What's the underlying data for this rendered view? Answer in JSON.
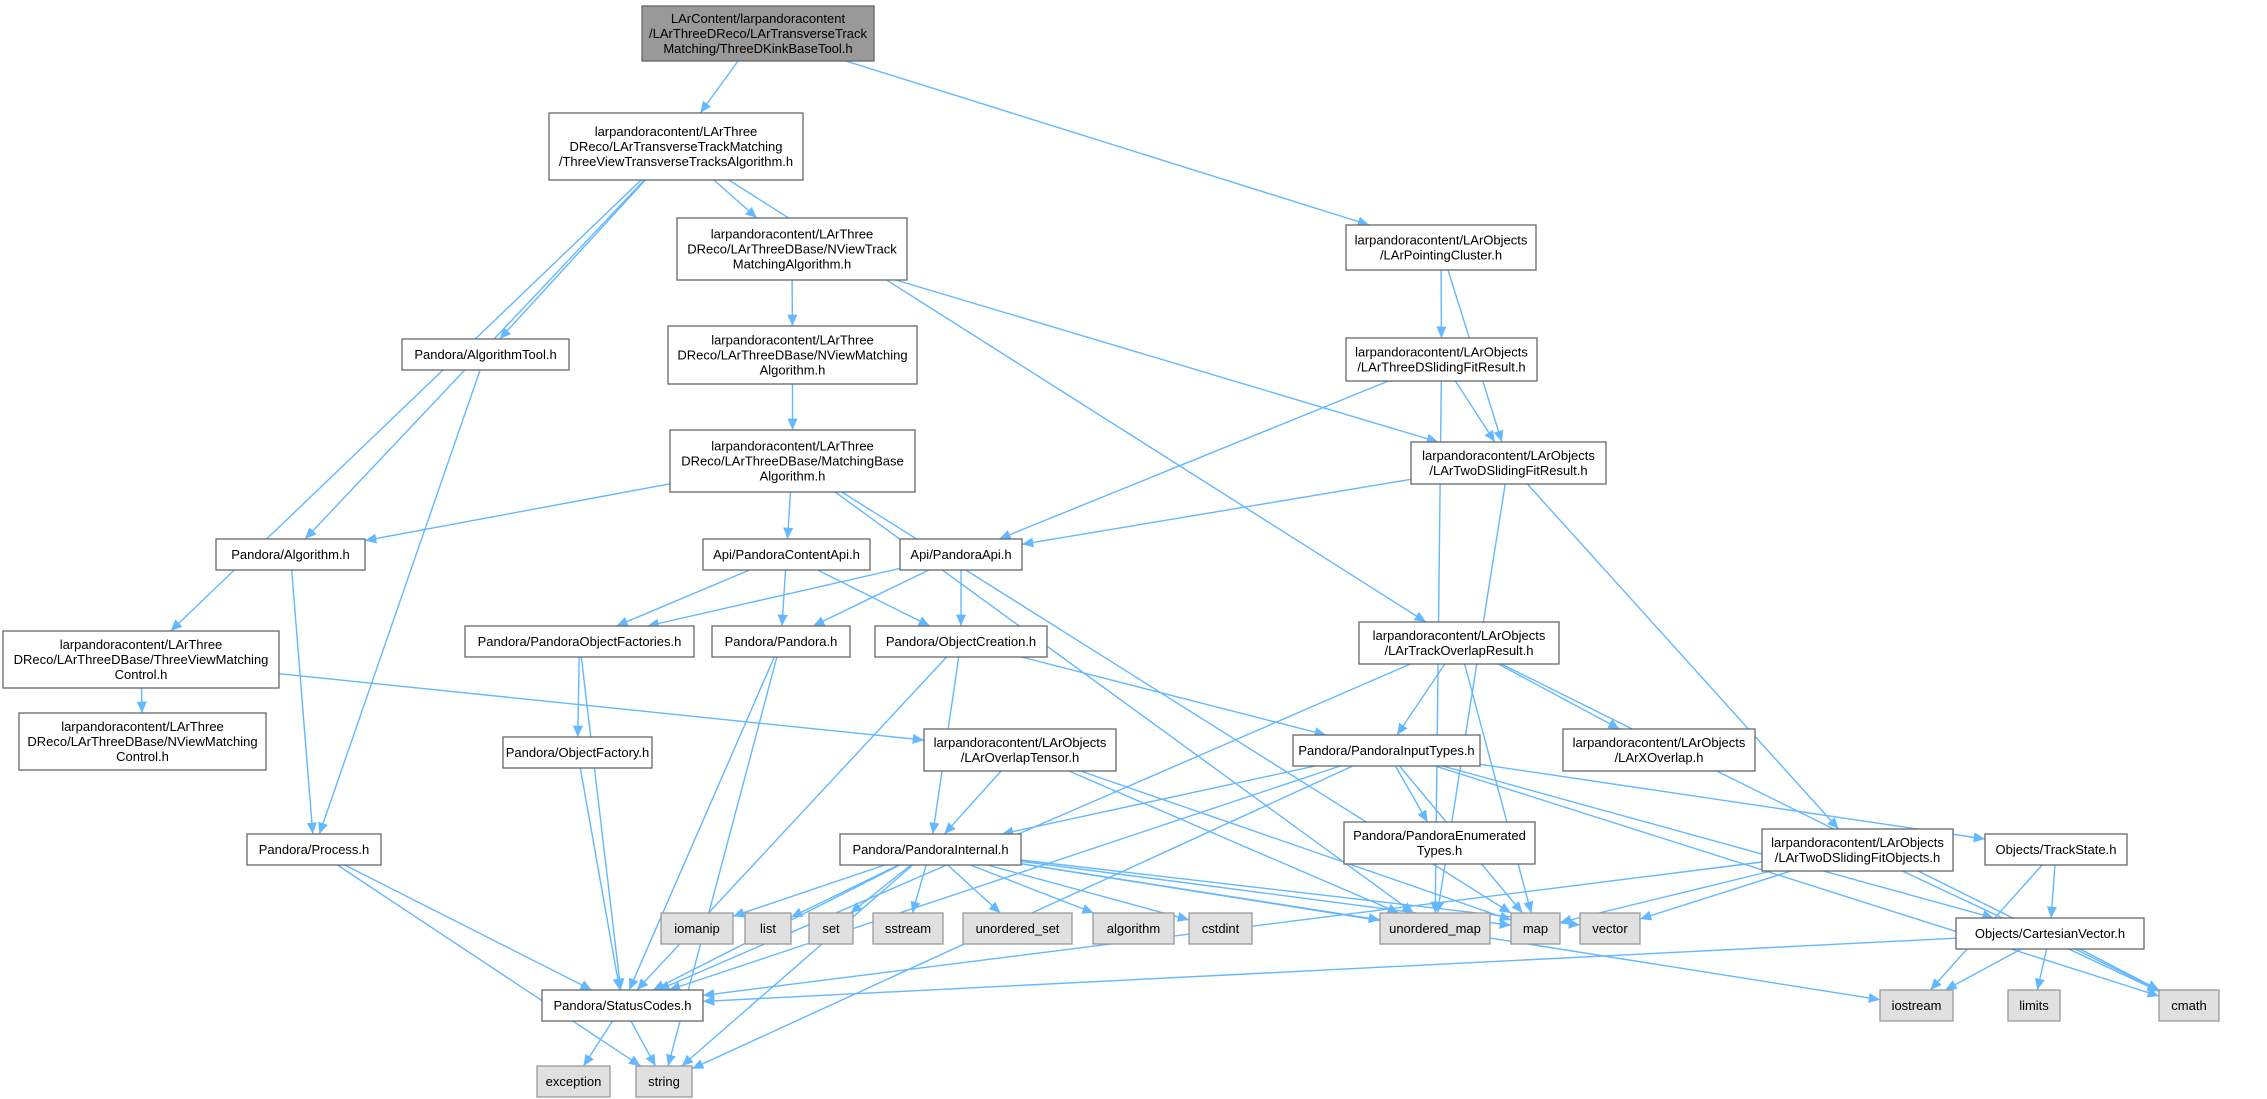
{
  "colors": {
    "edge": "#63b8ff",
    "root_fill": "#999999",
    "system_fill": "#e0e0e0",
    "normal_fill": "#ffffff"
  },
  "nodes": [
    {
      "id": "root",
      "kind": "root",
      "lines": [
        "LArContent/larpandoracontent",
        "/LArThreeDReco/LArTransverseTrack",
        "Matching/ThreeDKinkBaseTool.h"
      ]
    },
    {
      "id": "tvtta",
      "kind": "normal",
      "lines": [
        "larpandoracontent/LArThree",
        "DReco/LArTransverseTrackMatching",
        "/ThreeViewTransverseTracksAlgorithm.h"
      ]
    },
    {
      "id": "pointing",
      "kind": "normal",
      "lines": [
        "larpandoracontent/LArObjects",
        "/LArPointingCluster.h"
      ]
    },
    {
      "id": "nvtma",
      "kind": "normal",
      "lines": [
        "larpandoracontent/LArThree",
        "DReco/LArThreeDBase/NViewTrack",
        "MatchingAlgorithm.h"
      ]
    },
    {
      "id": "algtool",
      "kind": "normal",
      "lines": [
        "Pandora/AlgorithmTool.h"
      ]
    },
    {
      "id": "threedsliding",
      "kind": "normal",
      "lines": [
        "larpandoracontent/LArObjects",
        "/LArThreeDSlidingFitResult.h"
      ]
    },
    {
      "id": "nvma",
      "kind": "normal",
      "lines": [
        "larpandoracontent/LArThree",
        "DReco/LArThreeDBase/NViewMatching",
        "Algorithm.h"
      ]
    },
    {
      "id": "twodsliding",
      "kind": "normal",
      "lines": [
        "larpandoracontent/LArObjects",
        "/LArTwoDSlidingFitResult.h"
      ]
    },
    {
      "id": "mba",
      "kind": "normal",
      "lines": [
        "larpandoracontent/LArThree",
        "DReco/LArThreeDBase/MatchingBase",
        "Algorithm.h"
      ]
    },
    {
      "id": "algorithm",
      "kind": "normal",
      "lines": [
        "Pandora/Algorithm.h"
      ]
    },
    {
      "id": "contentapi",
      "kind": "normal",
      "lines": [
        "Api/PandoraContentApi.h"
      ]
    },
    {
      "id": "pandoraapi",
      "kind": "normal",
      "lines": [
        "Api/PandoraApi.h"
      ]
    },
    {
      "id": "tvmc",
      "kind": "normal",
      "lines": [
        "larpandoracontent/LArThree",
        "DReco/LArThreeDBase/ThreeViewMatching",
        "Control.h"
      ]
    },
    {
      "id": "objfactories",
      "kind": "normal",
      "lines": [
        "Pandora/PandoraObjectFactories.h"
      ]
    },
    {
      "id": "pandora",
      "kind": "normal",
      "lines": [
        "Pandora/Pandora.h"
      ]
    },
    {
      "id": "objcreation",
      "kind": "normal",
      "lines": [
        "Pandora/ObjectCreation.h"
      ]
    },
    {
      "id": "trackoverlap",
      "kind": "normal",
      "lines": [
        "larpandoracontent/LArObjects",
        "/LArTrackOverlapResult.h"
      ]
    },
    {
      "id": "nvmc",
      "kind": "normal",
      "lines": [
        "larpandoracontent/LArThree",
        "DReco/LArThreeDBase/NViewMatching",
        "Control.h"
      ]
    },
    {
      "id": "objfactory",
      "kind": "normal",
      "lines": [
        "Pandora/ObjectFactory.h"
      ]
    },
    {
      "id": "overlaptensor",
      "kind": "normal",
      "lines": [
        "larpandoracontent/LArObjects",
        "/LArOverlapTensor.h"
      ]
    },
    {
      "id": "inputtypes",
      "kind": "normal",
      "lines": [
        "Pandora/PandoraInputTypes.h"
      ]
    },
    {
      "id": "xoverlap",
      "kind": "normal",
      "lines": [
        "larpandoracontent/LArObjects",
        "/LArXOverlap.h"
      ]
    },
    {
      "id": "enumtypes",
      "kind": "normal",
      "lines": [
        "Pandora/PandoraEnumerated",
        "Types.h"
      ]
    },
    {
      "id": "process",
      "kind": "normal",
      "lines": [
        "Pandora/Process.h"
      ]
    },
    {
      "id": "internal",
      "kind": "normal",
      "lines": [
        "Pandora/PandoraInternal.h"
      ]
    },
    {
      "id": "twodfitobjects",
      "kind": "normal",
      "lines": [
        "larpandoracontent/LArObjects",
        "/LArTwoDSlidingFitObjects.h"
      ]
    },
    {
      "id": "trackstate",
      "kind": "normal",
      "lines": [
        "Objects/TrackState.h"
      ]
    },
    {
      "id": "cartesian",
      "kind": "normal",
      "lines": [
        "Objects/CartesianVector.h"
      ]
    },
    {
      "id": "statuscodes",
      "kind": "normal",
      "lines": [
        "Pandora/StatusCodes.h"
      ]
    },
    {
      "id": "iomanip",
      "kind": "system",
      "lines": [
        "iomanip"
      ]
    },
    {
      "id": "list",
      "kind": "system",
      "lines": [
        "list"
      ]
    },
    {
      "id": "set",
      "kind": "system",
      "lines": [
        "set"
      ]
    },
    {
      "id": "sstream",
      "kind": "system",
      "lines": [
        "sstream"
      ]
    },
    {
      "id": "unordered_set",
      "kind": "system",
      "lines": [
        "unordered_set"
      ]
    },
    {
      "id": "algorithm_std",
      "kind": "system",
      "lines": [
        "algorithm"
      ]
    },
    {
      "id": "cstdint",
      "kind": "system",
      "lines": [
        "cstdint"
      ]
    },
    {
      "id": "unordered_map",
      "kind": "system",
      "lines": [
        "unordered_map"
      ]
    },
    {
      "id": "map",
      "kind": "system",
      "lines": [
        "map"
      ]
    },
    {
      "id": "vector",
      "kind": "system",
      "lines": [
        "vector"
      ]
    },
    {
      "id": "iostream",
      "kind": "system",
      "lines": [
        "iostream"
      ]
    },
    {
      "id": "limits",
      "kind": "system",
      "lines": [
        "limits"
      ]
    },
    {
      "id": "cmath",
      "kind": "system",
      "lines": [
        "cmath"
      ]
    },
    {
      "id": "exception",
      "kind": "system",
      "lines": [
        "exception"
      ]
    },
    {
      "id": "string",
      "kind": "system",
      "lines": [
        "string"
      ]
    }
  ],
  "edges": [
    [
      "root",
      "tvtta"
    ],
    [
      "root",
      "pointing"
    ],
    [
      "tvtta",
      "nvtma"
    ],
    [
      "tvtta",
      "algtool"
    ],
    [
      "tvtta",
      "algorithm"
    ],
    [
      "tvtta",
      "tvmc"
    ],
    [
      "tvtta",
      "trackoverlap"
    ],
    [
      "pointing",
      "threedsliding"
    ],
    [
      "pointing",
      "twodsliding"
    ],
    [
      "nvtma",
      "nvma"
    ],
    [
      "nvtma",
      "twodsliding"
    ],
    [
      "algtool",
      "process"
    ],
    [
      "threedsliding",
      "twodsliding"
    ],
    [
      "threedsliding",
      "pandoraapi"
    ],
    [
      "threedsliding",
      "unordered_map"
    ],
    [
      "nvma",
      "mba"
    ],
    [
      "twodsliding",
      "pandoraapi"
    ],
    [
      "twodsliding",
      "twodfitobjects"
    ],
    [
      "twodsliding",
      "unordered_map"
    ],
    [
      "mba",
      "algorithm"
    ],
    [
      "mba",
      "contentapi"
    ],
    [
      "mba",
      "unordered_map"
    ],
    [
      "mba",
      "map"
    ],
    [
      "algorithm",
      "process"
    ],
    [
      "contentapi",
      "objfactories"
    ],
    [
      "contentapi",
      "pandora"
    ],
    [
      "contentapi",
      "objcreation"
    ],
    [
      "pandoraapi",
      "objfactories"
    ],
    [
      "pandoraapi",
      "pandora"
    ],
    [
      "pandoraapi",
      "objcreation"
    ],
    [
      "tvmc",
      "nvmc"
    ],
    [
      "tvmc",
      "overlaptensor"
    ],
    [
      "objfactories",
      "objfactory"
    ],
    [
      "objfactories",
      "statuscodes"
    ],
    [
      "pandora",
      "statuscodes"
    ],
    [
      "pandora",
      "string"
    ],
    [
      "objcreation",
      "inputtypes"
    ],
    [
      "objcreation",
      "internal"
    ],
    [
      "objcreation",
      "statuscodes"
    ],
    [
      "trackoverlap",
      "inputtypes"
    ],
    [
      "trackoverlap",
      "xoverlap"
    ],
    [
      "trackoverlap",
      "map"
    ],
    [
      "trackoverlap",
      "statuscodes"
    ],
    [
      "trackoverlap",
      "cmath"
    ],
    [
      "objfactory",
      "statuscodes"
    ],
    [
      "overlaptensor",
      "internal"
    ],
    [
      "overlaptensor",
      "unordered_map"
    ],
    [
      "overlaptensor",
      "map"
    ],
    [
      "inputtypes",
      "internal"
    ],
    [
      "inputtypes",
      "enumtypes"
    ],
    [
      "inputtypes",
      "trackstate"
    ],
    [
      "inputtypes",
      "cartesian"
    ],
    [
      "inputtypes",
      "statuscodes"
    ],
    [
      "inputtypes",
      "map"
    ],
    [
      "inputtypes",
      "cmath"
    ],
    [
      "inputtypes",
      "string"
    ],
    [
      "process",
      "statuscodes"
    ],
    [
      "process",
      "string"
    ],
    [
      "internal",
      "iomanip"
    ],
    [
      "internal",
      "list"
    ],
    [
      "internal",
      "set"
    ],
    [
      "internal",
      "sstream"
    ],
    [
      "internal",
      "unordered_set"
    ],
    [
      "internal",
      "algorithm_std"
    ],
    [
      "internal",
      "cstdint"
    ],
    [
      "internal",
      "unordered_map"
    ],
    [
      "internal",
      "map"
    ],
    [
      "internal",
      "vector"
    ],
    [
      "internal",
      "iostream"
    ],
    [
      "internal",
      "string"
    ],
    [
      "internal",
      "statuscodes"
    ],
    [
      "twodfitobjects",
      "statuscodes"
    ],
    [
      "twodfitobjects",
      "map"
    ],
    [
      "twodfitobjects",
      "vector"
    ],
    [
      "twodfitobjects",
      "cmath"
    ],
    [
      "trackstate",
      "cartesian"
    ],
    [
      "trackstate",
      "iostream"
    ],
    [
      "cartesian",
      "statuscodes"
    ],
    [
      "cartesian",
      "iostream"
    ],
    [
      "cartesian",
      "limits"
    ],
    [
      "cartesian",
      "cmath"
    ],
    [
      "statuscodes",
      "exception"
    ],
    [
      "statuscodes",
      "string"
    ]
  ]
}
